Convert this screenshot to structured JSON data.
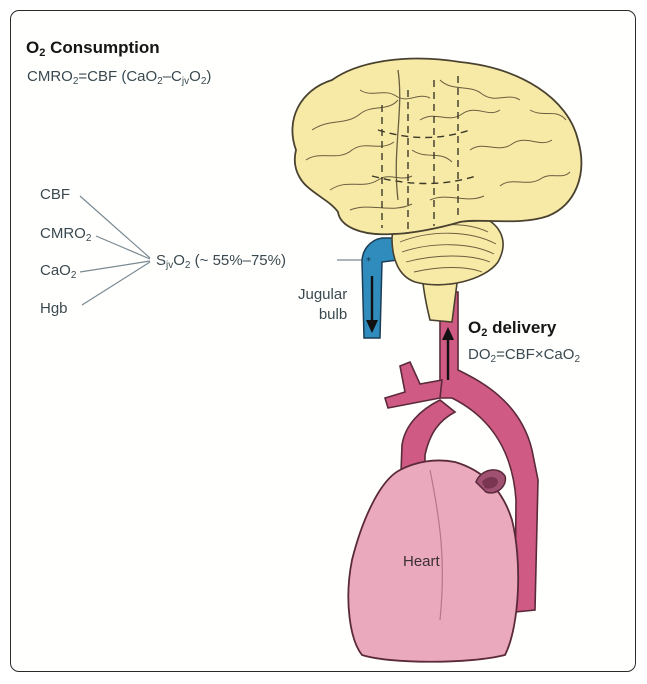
{
  "consumption": {
    "title_main": "O",
    "title_sub": "2",
    "title_rest": " Consumption",
    "formula": {
      "p1": "CMRO",
      "s1": "2",
      "p2": "=CBF (CaO",
      "s2": "2",
      "p3": "–C",
      "s3": "jv",
      "p4": "O",
      "s4": "2",
      "p5": ")"
    }
  },
  "factors": {
    "cbf": "CBF",
    "cmro2_main": "CMRO",
    "cmro2_sub": "2",
    "cao2_main": "CaO",
    "cao2_sub": "2",
    "hgb": "Hgb"
  },
  "saturation": {
    "p1": "S",
    "s1": "jv",
    "p2": "O",
    "s2": "2",
    "p3": " (~ 55%–75%)"
  },
  "jugular": {
    "line1": "Jugular",
    "line2": "bulb"
  },
  "delivery": {
    "title_main": "O",
    "title_sub": "2",
    "title_rest": " delivery",
    "formula": {
      "p1": "DO",
      "s1": "2",
      "p2": "=CBF×CaO",
      "s2": "2"
    }
  },
  "heart": {
    "label": "Heart"
  },
  "colors": {
    "brain_fill": "#f7e9a6",
    "vessel_fill": "#cf5a83",
    "heart_fill": "#eba9bd",
    "vein_fill": "#2f8cbc",
    "line_color": "#7a8a92"
  }
}
